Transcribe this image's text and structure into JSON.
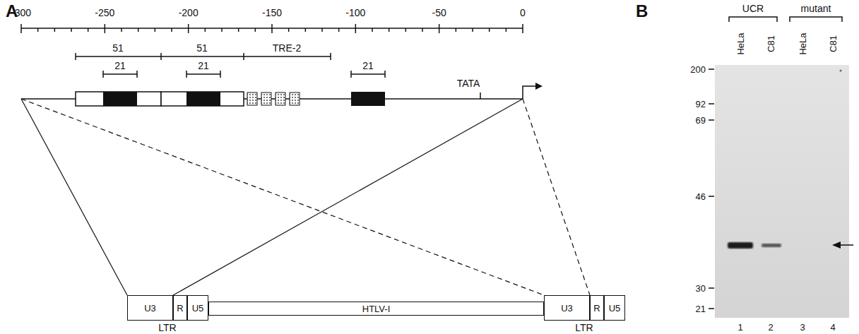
{
  "diagram": {
    "nodes": [
      {
        "text": [
          "U3"
        ]
      },
      {
        "text": [
          "R"
        ]
      },
      {
        "text": [
          "U5"
        ]
      },
      {
        "text": [
          "HTLV-I"
        ]
      },
      {
        "text": [
          "U3"
        ]
      },
      {
        "text": [
          "R"
        ]
      },
      {
        "text": [
          "U5"
        ]
      }
    ],
    "labels": [
      "A",
      "-300",
      "-250",
      "-200",
      "-150",
      "-100",
      "-50",
      "0",
      "51",
      "51",
      "TRE-2",
      "21",
      "21",
      "21",
      "TATA",
      "LTR",
      "LTR",
      "B",
      "UCR",
      "mutant",
      "HeLa",
      "C81",
      "HeLa",
      "C81",
      "200",
      "92",
      "69",
      "46",
      "30",
      "21",
      "1",
      "2",
      "3",
      "4"
    ]
  }
}
